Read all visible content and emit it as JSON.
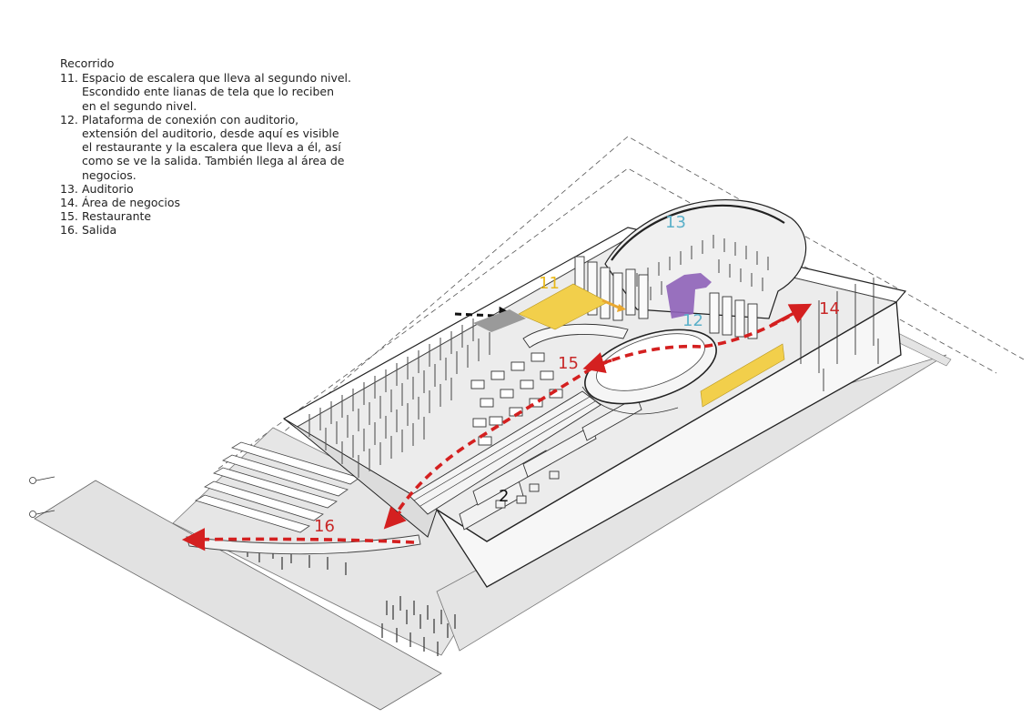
{
  "legend": {
    "title": "Recorrido",
    "items": [
      {
        "num": "11.",
        "lines": [
          "Espacio de escalera que lleva al segundo nivel.",
          "Escondido ente lianas de tela que lo reciben",
          "en el segundo nivel."
        ]
      },
      {
        "num": "12.",
        "lines": [
          "Plataforma de conexión con auditorio,",
          "extensión del auditorio, desde aquí es visible",
          "el restaurante y la escalera que lleva a él, así",
          "como se ve la salida. También llega al área de",
          "negocios."
        ]
      },
      {
        "num": "13.",
        "lines": [
          "Auditorio"
        ]
      },
      {
        "num": "14.",
        "lines": [
          "Área de negocios"
        ]
      },
      {
        "num": "15.",
        "lines": [
          "Restaurante"
        ]
      },
      {
        "num": "16.",
        "lines": [
          "Salida"
        ]
      }
    ]
  },
  "labels": {
    "l11": "11",
    "l12": "12",
    "l13": "13",
    "l14": "14",
    "l15": "15",
    "l16": "16",
    "l2": "2"
  },
  "colors": {
    "path_red": "#d42020",
    "stair_yellow": "#f2cf4b",
    "platform_purple": "#8e62b8",
    "auditorium_blue": "#5ab0c9",
    "ground_gray": "#e2e2e2",
    "label_red": "#c82828",
    "label_yellow": "#e8b81a"
  }
}
